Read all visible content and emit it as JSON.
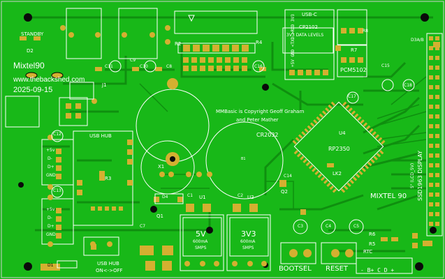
{
  "labels": {
    "standby": "STANDBY",
    "d2": "D2",
    "usb_c": "USB-C",
    "cp2102": "CP2102",
    "data_levels": "3V3 DATA LEVELS",
    "pcm5102": "PCM5102",
    "copyright_line1": "MMBasic is Copyright Geoff Graham",
    "copyright_line2": "and Peter Mather",
    "cr2032": "CR2032",
    "usb_hub": "USB HUB",
    "u4": "U4",
    "rp2350": "RP2350",
    "lk2": "LK2",
    "mixtel90": "MIXTEL 90",
    "ssd_display": "SSD1963 DISPLAY",
    "ssd_sub": "5\" (LCD_5V)",
    "box_5v": "5V",
    "box_3v3": "3V3",
    "smps_5v_a": "600mA",
    "smps_5v_b": "SMPS",
    "smps_3v3_a": "600mA",
    "smps_3v3_b": "SMPS",
    "bootsel": "BOOTSEL",
    "reset": "RESET",
    "rtc": "RTC",
    "rtc_pins": "- B+ C D +",
    "usb_hub_bottom": "USB HUB",
    "on_off": "ON<->OFF",
    "d1": "D1",
    "q1": "Q1",
    "q2": "Q2",
    "r2": "R2",
    "r3": "R3",
    "r4": "R4",
    "r5": "R5",
    "r6": "R6",
    "r7": "R7",
    "r8": "R8",
    "u1": "U1",
    "u2": "U2",
    "d3a": "D3A/B",
    "b1": "B1",
    "x1": "X1",
    "d4": "D4",
    "c_labels": [
      "C11",
      "C10",
      "C9",
      "C8",
      "C16",
      "C15",
      "C18",
      "C17",
      "C12",
      "C13",
      "C1",
      "C2",
      "C3",
      "C4",
      "C5",
      "C14",
      "C7"
    ],
    "pin_labels": [
      "+5v",
      "D-",
      "D+",
      "GND"
    ],
    "serial_pins": "+5V GND <TXD >RXD 3V3",
    "j1": "J1"
  },
  "watermark": {
    "name": "Mixtel90",
    "site": "www.thebackshed.com",
    "date": "2025-09-15"
  },
  "colors": {
    "board": "#18b818",
    "silk": "#ffffff",
    "pad": "#d4b030",
    "trace": "#0f8f0f",
    "hole": "#0a0a0a"
  }
}
